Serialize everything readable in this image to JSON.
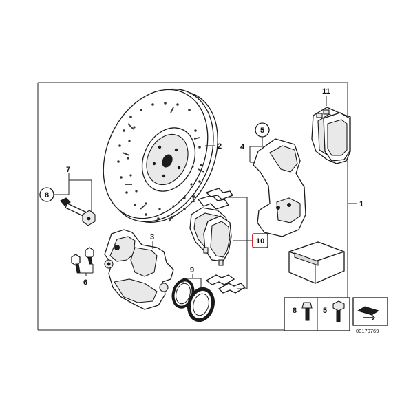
{
  "diagram": {
    "reference_number": "00170769",
    "callouts": {
      "c1": "1",
      "c2": "2",
      "c3": "3",
      "c4": "4",
      "c5": "5",
      "c6": "6",
      "c7": "7",
      "c8": "8",
      "c9": "9",
      "c10": "10",
      "c11": "11"
    },
    "legend": {
      "item_a": "8",
      "item_b": "5"
    },
    "highlight_color": "#cc0000"
  }
}
